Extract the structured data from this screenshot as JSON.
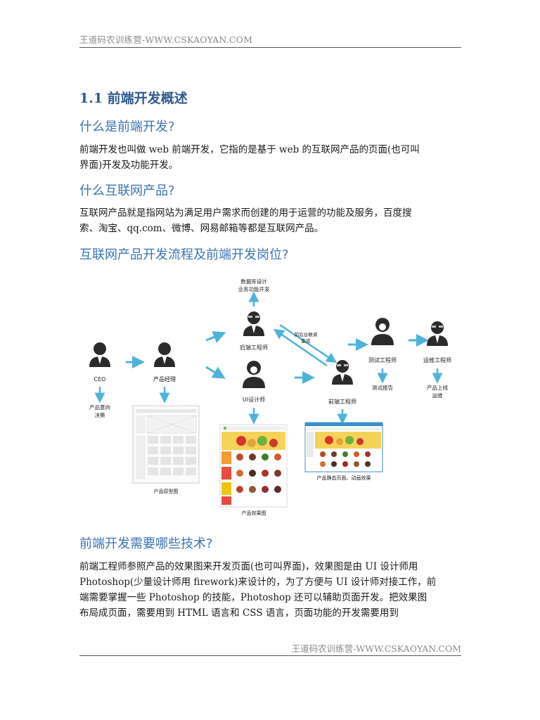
{
  "header": {
    "text": "王道码农训练营-WWW.CSKAOYAN.COM"
  },
  "section_title": "1.1 前端开发概述",
  "q1": {
    "title": "什么是前端开发?",
    "body_line1": "前端开发也叫做 web 前端开发，它指的是基于 web 的互联网产品的页面(也可叫",
    "body_line2": "界面)开发及功能开发。"
  },
  "q2": {
    "title": "什么互联网产品?",
    "body_line1": "互联网产品就是指网站为满足用户需求而创建的用于运营的功能及服务，百度搜",
    "body_line2": "索、淘宝、qq.com、微博、网易邮箱等都是互联网产品。"
  },
  "q3": {
    "title": "互联网产品开发流程及前端开发岗位?"
  },
  "diagram": {
    "ceo_label": "CEO",
    "ceo_task": [
      "产品意向",
      "决策"
    ],
    "pm_label": "产品经理",
    "prototype_caption": "产品原型图",
    "backend_task": [
      "数据库设计",
      "业务功能开发"
    ],
    "backend_label": "后端工程师",
    "ui_label": "UI设计师",
    "design_caption": "产品效果图",
    "link_label": [
      "前后台联调",
      "集成"
    ],
    "frontend_label": "前端工程师",
    "static_caption": "产品静态页面、动画效果",
    "tester_label": "测试工程师",
    "tester_task": "测试报告",
    "ops_label": "运维工程师",
    "ops_task": [
      "产品上线",
      "运维"
    ]
  },
  "q4": {
    "title": "前端开发需要哪些技术?",
    "line1": "前端工程师参照产品的效果图来开发页面(也可叫界面)，效果图是由 UI 设计师用",
    "line2": "Photoshop(少量设计师用 firework)来设计的，为了方便与 UI 设计师对接工作，前",
    "line3": "端需要掌握一些 Photoshop 的技能，Photoshop 还可以辅助页面开发。把效果图",
    "line4": "布局成页面，需要用到 HTML 语言和 CSS 语言，页面功能的开发需要用到"
  },
  "footer": {
    "text": "王道码农训练营-WWW.CSKAOYAN.COM"
  }
}
